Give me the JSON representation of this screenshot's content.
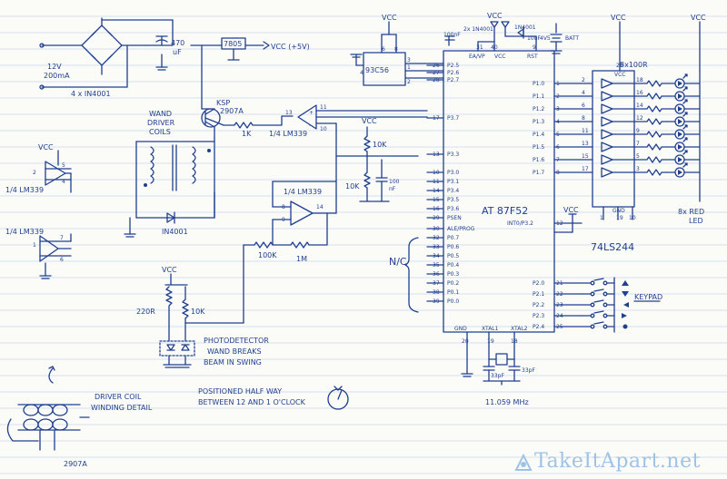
{
  "power": {
    "supply": [
      "12V",
      "200mA"
    ],
    "bridge": "4 x IN4001",
    "cap": [
      "470",
      "uF"
    ],
    "regulator": "7805",
    "vcc_out": "VCC (+5V)"
  },
  "driver": {
    "transistor": [
      "KSP",
      "2907A"
    ],
    "r1k": "1K",
    "coils": [
      "WAND",
      "DRIVER",
      "COILS"
    ],
    "diode": "IN4001",
    "comp_upper": "1/4 LM339",
    "comp_mid": "1/4 LM339",
    "r10k": "10K",
    "r10k_b": "10K",
    "cap100": [
      "100",
      "nF"
    ],
    "r100k": "100K",
    "r1m": "1M"
  },
  "unused_comps": {
    "upper": "1/4 LM339",
    "lower": "1/4 LM339"
  },
  "photo": {
    "r220": "220R",
    "r10k": "10K",
    "label": [
      "PHOTODETECTOR",
      "WAND BREAKS",
      "BEAM IN SWING"
    ],
    "position": [
      "POSITIONED HALF WAY",
      "BETWEEN 12 AND 1 O'CLOCK"
    ]
  },
  "coil_detail": {
    "label": [
      "DRIVER COIL",
      "WINDING DETAIL"
    ],
    "part": "2907A"
  },
  "eeprom": {
    "name": "93C56",
    "pins": [
      "6",
      "8",
      "4",
      "3",
      "1",
      "2"
    ]
  },
  "mcu": {
    "name": "AT 87F52",
    "left_pins": [
      "P2.5",
      "P2.6",
      "P2.7",
      "P3.7",
      "P3.3",
      "P3.0",
      "P3.1",
      "P3.4",
      "P3.5",
      "P3.6",
      "PSEN",
      "ALE/PROG",
      "P0.7",
      "P0.6",
      "P0.5",
      "P0.4",
      "P0.3",
      "P0.2",
      "P0.1",
      "P0.0"
    ],
    "left_nums": [
      "26",
      "27",
      "28",
      "17",
      "13",
      "10",
      "11",
      "14",
      "15",
      "16",
      "29",
      "30",
      "32",
      "33",
      "34",
      "35",
      "36",
      "37",
      "38",
      "39"
    ],
    "right_pins": [
      "P1.0",
      "P1.1",
      "P1.2",
      "P1.3",
      "P1.4",
      "P1.5",
      "P1.6",
      "P1.7",
      "INT0/P3.2",
      "P2.0",
      "P2.1",
      "P2.2",
      "P2.3",
      "P2.4"
    ],
    "right_nums": [
      "1",
      "2",
      "3",
      "4",
      "5",
      "6",
      "7",
      "8",
      "12",
      "21",
      "22",
      "23",
      "24",
      "25"
    ],
    "top": [
      "31",
      "40",
      "9",
      "EA/VP",
      "VCC",
      "RST"
    ],
    "bottom": [
      "GND",
      "XTAL1",
      "XTAL2",
      "20",
      "19",
      "18"
    ],
    "nc": "N/C"
  },
  "reset": {
    "diode": "1N4001",
    "diodes2": "2x 1N4001",
    "cap": "10uF",
    "cap100": "100nF",
    "batt": [
      "4V5",
      "BATT"
    ]
  },
  "crystal": {
    "freq": "11.059 MHz",
    "cap1": "33pF",
    "cap2": "33pF"
  },
  "buffer": {
    "name": "74LS244",
    "resistors": "8x100R",
    "leds": [
      "8x RED",
      "LED"
    ],
    "pins_bottom": [
      "1",
      "19",
      "10",
      "20"
    ],
    "gnd": "GND",
    "vcc": "VCC",
    "in_nums": [
      "2",
      "4",
      "6",
      "8",
      "11",
      "13",
      "15",
      "17"
    ],
    "out_nums": [
      "18",
      "16",
      "14",
      "12",
      "9",
      "7",
      "5",
      "3"
    ]
  },
  "keypad": {
    "label": "KEYPAD"
  },
  "vcc": "VCC",
  "watermark": "TakeItApart.net"
}
